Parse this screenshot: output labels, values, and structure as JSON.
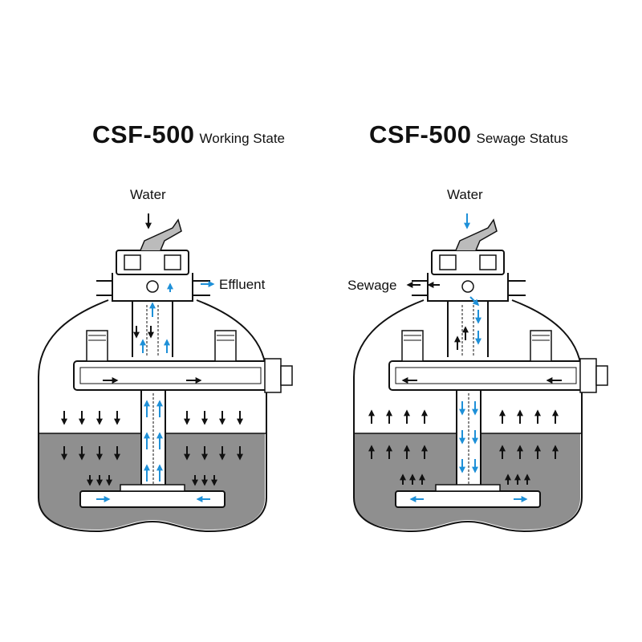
{
  "panels": [
    {
      "model": "CSF-500",
      "state": "Working State",
      "labels": {
        "inlet": "Water",
        "outlet": "Effluent"
      }
    },
    {
      "model": "CSF-500",
      "state": "Sewage Status",
      "labels": {
        "inlet": "Water",
        "outlet": "Sewage"
      }
    }
  ],
  "colors": {
    "outline": "#111111",
    "media": "#8f8f8f",
    "flow_blue": "#1e90d8",
    "flow_black": "#111111"
  }
}
